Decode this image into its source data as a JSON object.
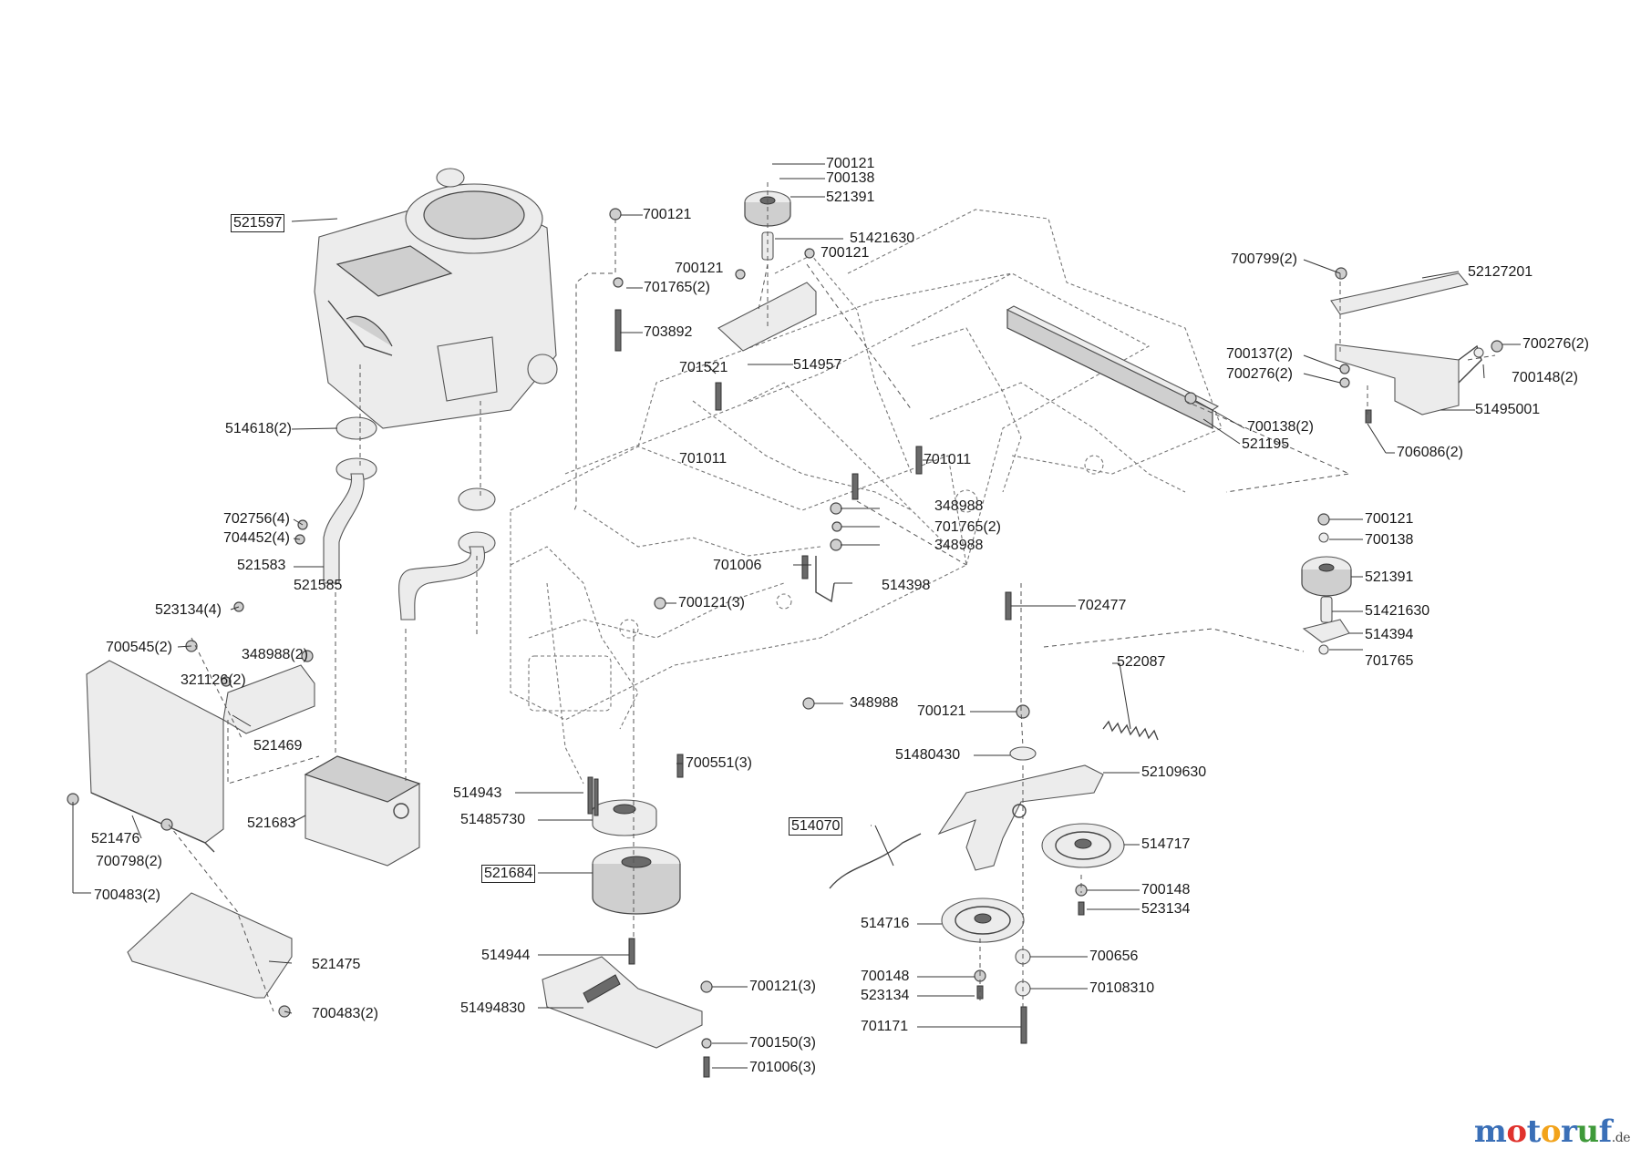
{
  "parts": [
    {
      "id": "521597",
      "boxed": true
    },
    {
      "id": "514618(2)"
    },
    {
      "id": "702756(4)"
    },
    {
      "id": "704452(4)"
    },
    {
      "id": "521583"
    },
    {
      "id": "521585"
    },
    {
      "id": "523134(4)"
    },
    {
      "id": "700545(2)"
    },
    {
      "id": "348988(2)"
    },
    {
      "id": "321126(2)"
    },
    {
      "id": "521469"
    },
    {
      "id": "521476"
    },
    {
      "id": "700798(2)"
    },
    {
      "id": "700483(2)"
    },
    {
      "id": "521683"
    },
    {
      "id": "521475"
    },
    {
      "id": "700483(2)"
    },
    {
      "id": "700121"
    },
    {
      "id": "700138"
    },
    {
      "id": "521391"
    },
    {
      "id": "51421630"
    },
    {
      "id": "700121"
    },
    {
      "id": "700121"
    },
    {
      "id": "700121"
    },
    {
      "id": "701765(2)"
    },
    {
      "id": "703892"
    },
    {
      "id": "701521"
    },
    {
      "id": "514957"
    },
    {
      "id": "701011"
    },
    {
      "id": "701011"
    },
    {
      "id": "348988"
    },
    {
      "id": "701765(2)"
    },
    {
      "id": "348988"
    },
    {
      "id": "701006"
    },
    {
      "id": "514398"
    },
    {
      "id": "700121(3)"
    },
    {
      "id": "702477"
    },
    {
      "id": "348988"
    },
    {
      "id": "700551(3)"
    },
    {
      "id": "514943"
    },
    {
      "id": "51485730"
    },
    {
      "id": "521684",
      "boxed": true
    },
    {
      "id": "514944"
    },
    {
      "id": "51494830"
    },
    {
      "id": "700121(3)"
    },
    {
      "id": "700150(3)"
    },
    {
      "id": "701006(3)"
    },
    {
      "id": "700799(2)"
    },
    {
      "id": "52127201"
    },
    {
      "id": "700276(2)"
    },
    {
      "id": "700137(2)"
    },
    {
      "id": "700276(2)"
    },
    {
      "id": "700148(2)"
    },
    {
      "id": "51495001"
    },
    {
      "id": "700138(2)"
    },
    {
      "id": "521195"
    },
    {
      "id": "706086(2)"
    },
    {
      "id": "700121"
    },
    {
      "id": "700138"
    },
    {
      "id": "521391"
    },
    {
      "id": "51421630"
    },
    {
      "id": "514394"
    },
    {
      "id": "701765"
    },
    {
      "id": "522087"
    },
    {
      "id": "700121"
    },
    {
      "id": "51480430"
    },
    {
      "id": "52109630"
    },
    {
      "id": "514070",
      "boxed": true
    },
    {
      "id": "514717"
    },
    {
      "id": "700148"
    },
    {
      "id": "523134"
    },
    {
      "id": "514716"
    },
    {
      "id": "700656"
    },
    {
      "id": "700148"
    },
    {
      "id": "523134"
    },
    {
      "id": "70108310"
    },
    {
      "id": "701171"
    }
  ],
  "brand": {
    "name": "motoruf",
    "tld": ".de",
    "letters": [
      {
        "ch": "m",
        "color": "#3a6fb7"
      },
      {
        "ch": "o",
        "color": "#e0322d"
      },
      {
        "ch": "t",
        "color": "#3a6fb7"
      },
      {
        "ch": "o",
        "color": "#f2a31b"
      },
      {
        "ch": "r",
        "color": "#3a6fb7"
      },
      {
        "ch": "u",
        "color": "#3f9a3a"
      },
      {
        "ch": "f",
        "color": "#3a6fb7"
      }
    ]
  }
}
